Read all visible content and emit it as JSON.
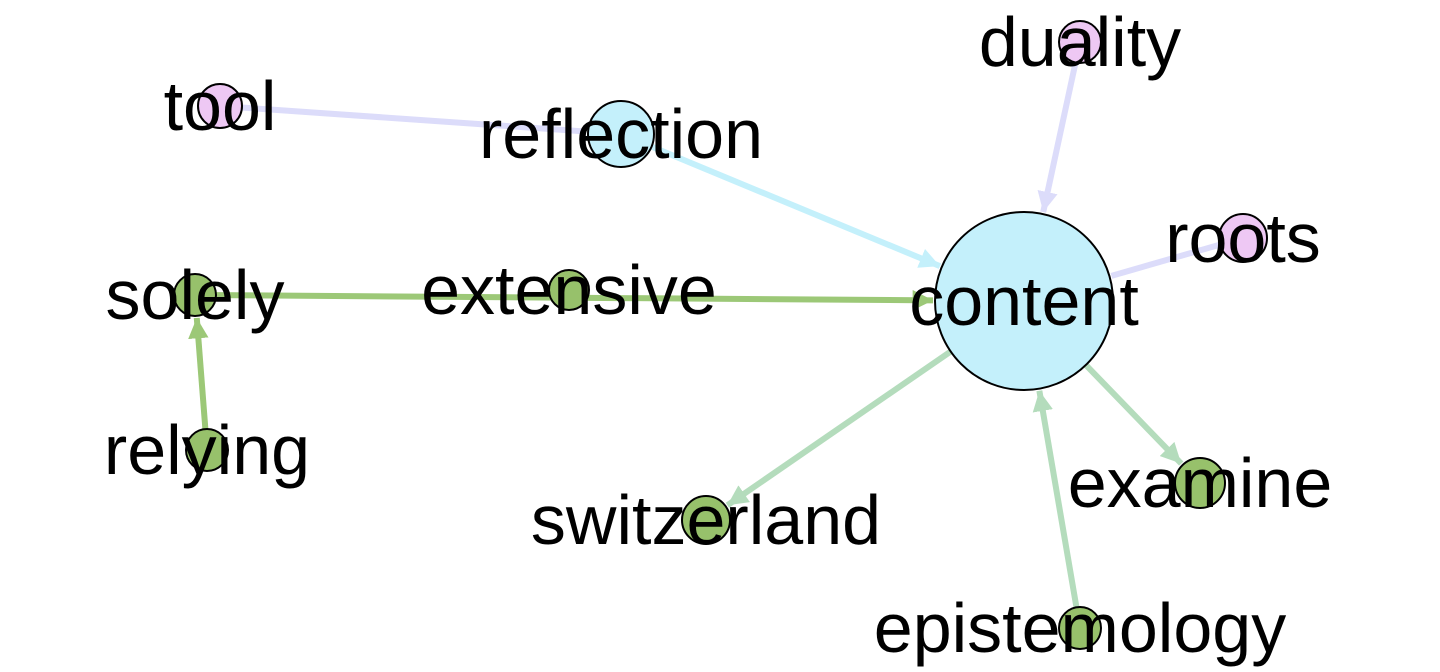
{
  "graph": {
    "colors": {
      "cyan": "#c4f0fb",
      "pink": "#eec8f4",
      "green": "#97c16b",
      "edge_lavender": "#dcdcfa",
      "edge_cyan": "#c4f0fb",
      "edge_green": "#9cc877",
      "edge_mint": "#b4dcbc",
      "stroke": "#000000",
      "text": "#000000"
    },
    "nodes": [
      {
        "id": "content",
        "label": "content",
        "group": "cyan"
      },
      {
        "id": "reflection",
        "label": "reflection",
        "group": "cyan"
      },
      {
        "id": "tool",
        "label": "tool",
        "group": "pink"
      },
      {
        "id": "duality",
        "label": "duality",
        "group": "pink"
      },
      {
        "id": "roots",
        "label": "roots",
        "group": "pink"
      },
      {
        "id": "solely",
        "label": "solely",
        "group": "green"
      },
      {
        "id": "extensive",
        "label": "extensive",
        "group": "green"
      },
      {
        "id": "relying",
        "label": "relying",
        "group": "green"
      },
      {
        "id": "switzerland",
        "label": "switzerland",
        "group": "green"
      },
      {
        "id": "examine",
        "label": "examine",
        "group": "green"
      },
      {
        "id": "epistemology",
        "label": "epistemology",
        "group": "green"
      }
    ],
    "edges": [
      {
        "source": "tool",
        "target": "reflection",
        "color": "edge_lavender",
        "arrow": false
      },
      {
        "source": "reflection",
        "target": "content",
        "color": "edge_cyan",
        "arrow": true
      },
      {
        "source": "duality",
        "target": "content",
        "color": "edge_lavender",
        "arrow": true
      },
      {
        "source": "roots",
        "target": "content",
        "color": "edge_lavender",
        "arrow": false
      },
      {
        "source": "solely",
        "target": "content",
        "color": "edge_green",
        "arrow": true
      },
      {
        "source": "relying",
        "target": "solely",
        "color": "edge_green",
        "arrow": true
      },
      {
        "source": "content",
        "target": "switzerland",
        "color": "edge_mint",
        "arrow": true
      },
      {
        "source": "content",
        "target": "examine",
        "color": "edge_mint",
        "arrow": true
      },
      {
        "source": "epistemology",
        "target": "content",
        "color": "edge_mint",
        "arrow": true
      }
    ]
  }
}
